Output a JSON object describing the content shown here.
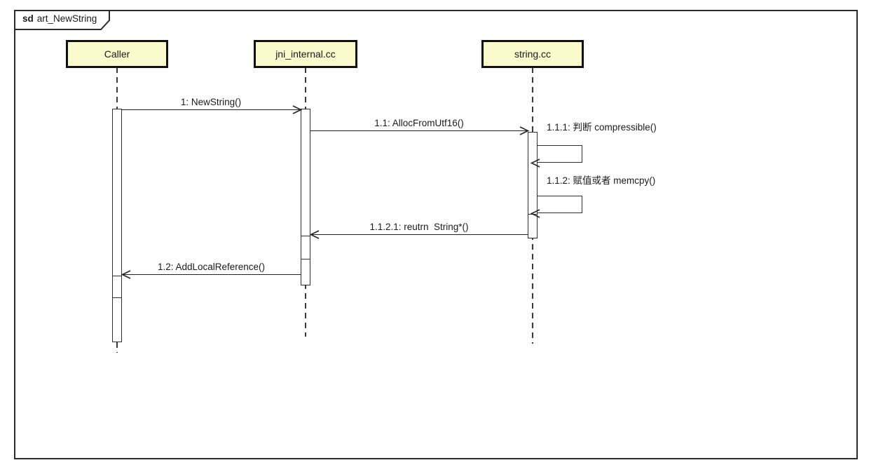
{
  "diagram": {
    "type": "uml-sequence-diagram",
    "frame_keyword": "sd",
    "frame_title": "art_NewString"
  },
  "lifelines": [
    {
      "label": "Caller"
    },
    {
      "label": "jni_internal.cc"
    },
    {
      "label": "string.cc"
    }
  ],
  "messages": [
    {
      "seq": "1",
      "label": "1: NewString()",
      "from": "Caller",
      "to": "jni_internal.cc",
      "self": false
    },
    {
      "seq": "1.1",
      "label": "1.1: AllocFromUtf16()",
      "from": "jni_internal.cc",
      "to": "string.cc",
      "self": false
    },
    {
      "seq": "1.1.1",
      "label": "1.1.1: 判断 compressible()",
      "from": "string.cc",
      "to": "string.cc",
      "self": true
    },
    {
      "seq": "1.1.2",
      "label": "1.1.2: 赋值或者 memcpy()",
      "from": "string.cc",
      "to": "string.cc",
      "self": true
    },
    {
      "seq": "1.1.2.1",
      "label": "1.1.2.1: reutrn  String*()",
      "from": "string.cc",
      "to": "jni_internal.cc",
      "self": false
    },
    {
      "seq": "1.2",
      "label": "1.2: AddLocalReference()",
      "from": "jni_internal.cc",
      "to": "Caller",
      "self": false
    }
  ],
  "colors": {
    "lifeline_fill": "#FAFACD",
    "line": "#222222",
    "background": "#FFFFFF"
  }
}
